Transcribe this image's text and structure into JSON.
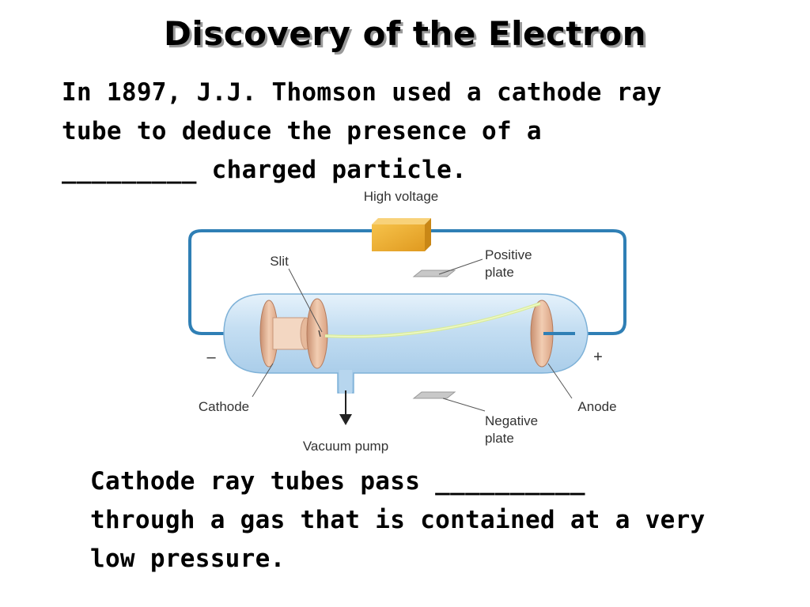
{
  "slide": {
    "title": "Discovery of the Electron",
    "intro_lines": [
      "In 1897, J.J. Thomson used a cathode ray",
      "tube to deduce the presence of a",
      "_________ charged particle."
    ],
    "body_lines": [
      "Cathode ray tubes pass __________",
      "through a gas that is contained at a very",
      "low pressure."
    ]
  },
  "diagram": {
    "labels": {
      "high_voltage": "High voltage",
      "slit": "Slit",
      "positive_plate_line1": "Positive",
      "positive_plate_line2": "plate",
      "minus_sign": "–",
      "plus_sign": "+",
      "cathode": "Cathode",
      "anode": "Anode",
      "negative_plate_line1": "Negative",
      "negative_plate_line2": "plate",
      "vacuum_pump": "Vacuum pump"
    },
    "colors": {
      "wire": "#2f7fb5",
      "tube_fill": "#bfdcf0",
      "voltage_source": "#f0b030",
      "electrode": "#e8b89a",
      "beam": "#d9ec9a",
      "plate": "#b8b8b8"
    }
  }
}
